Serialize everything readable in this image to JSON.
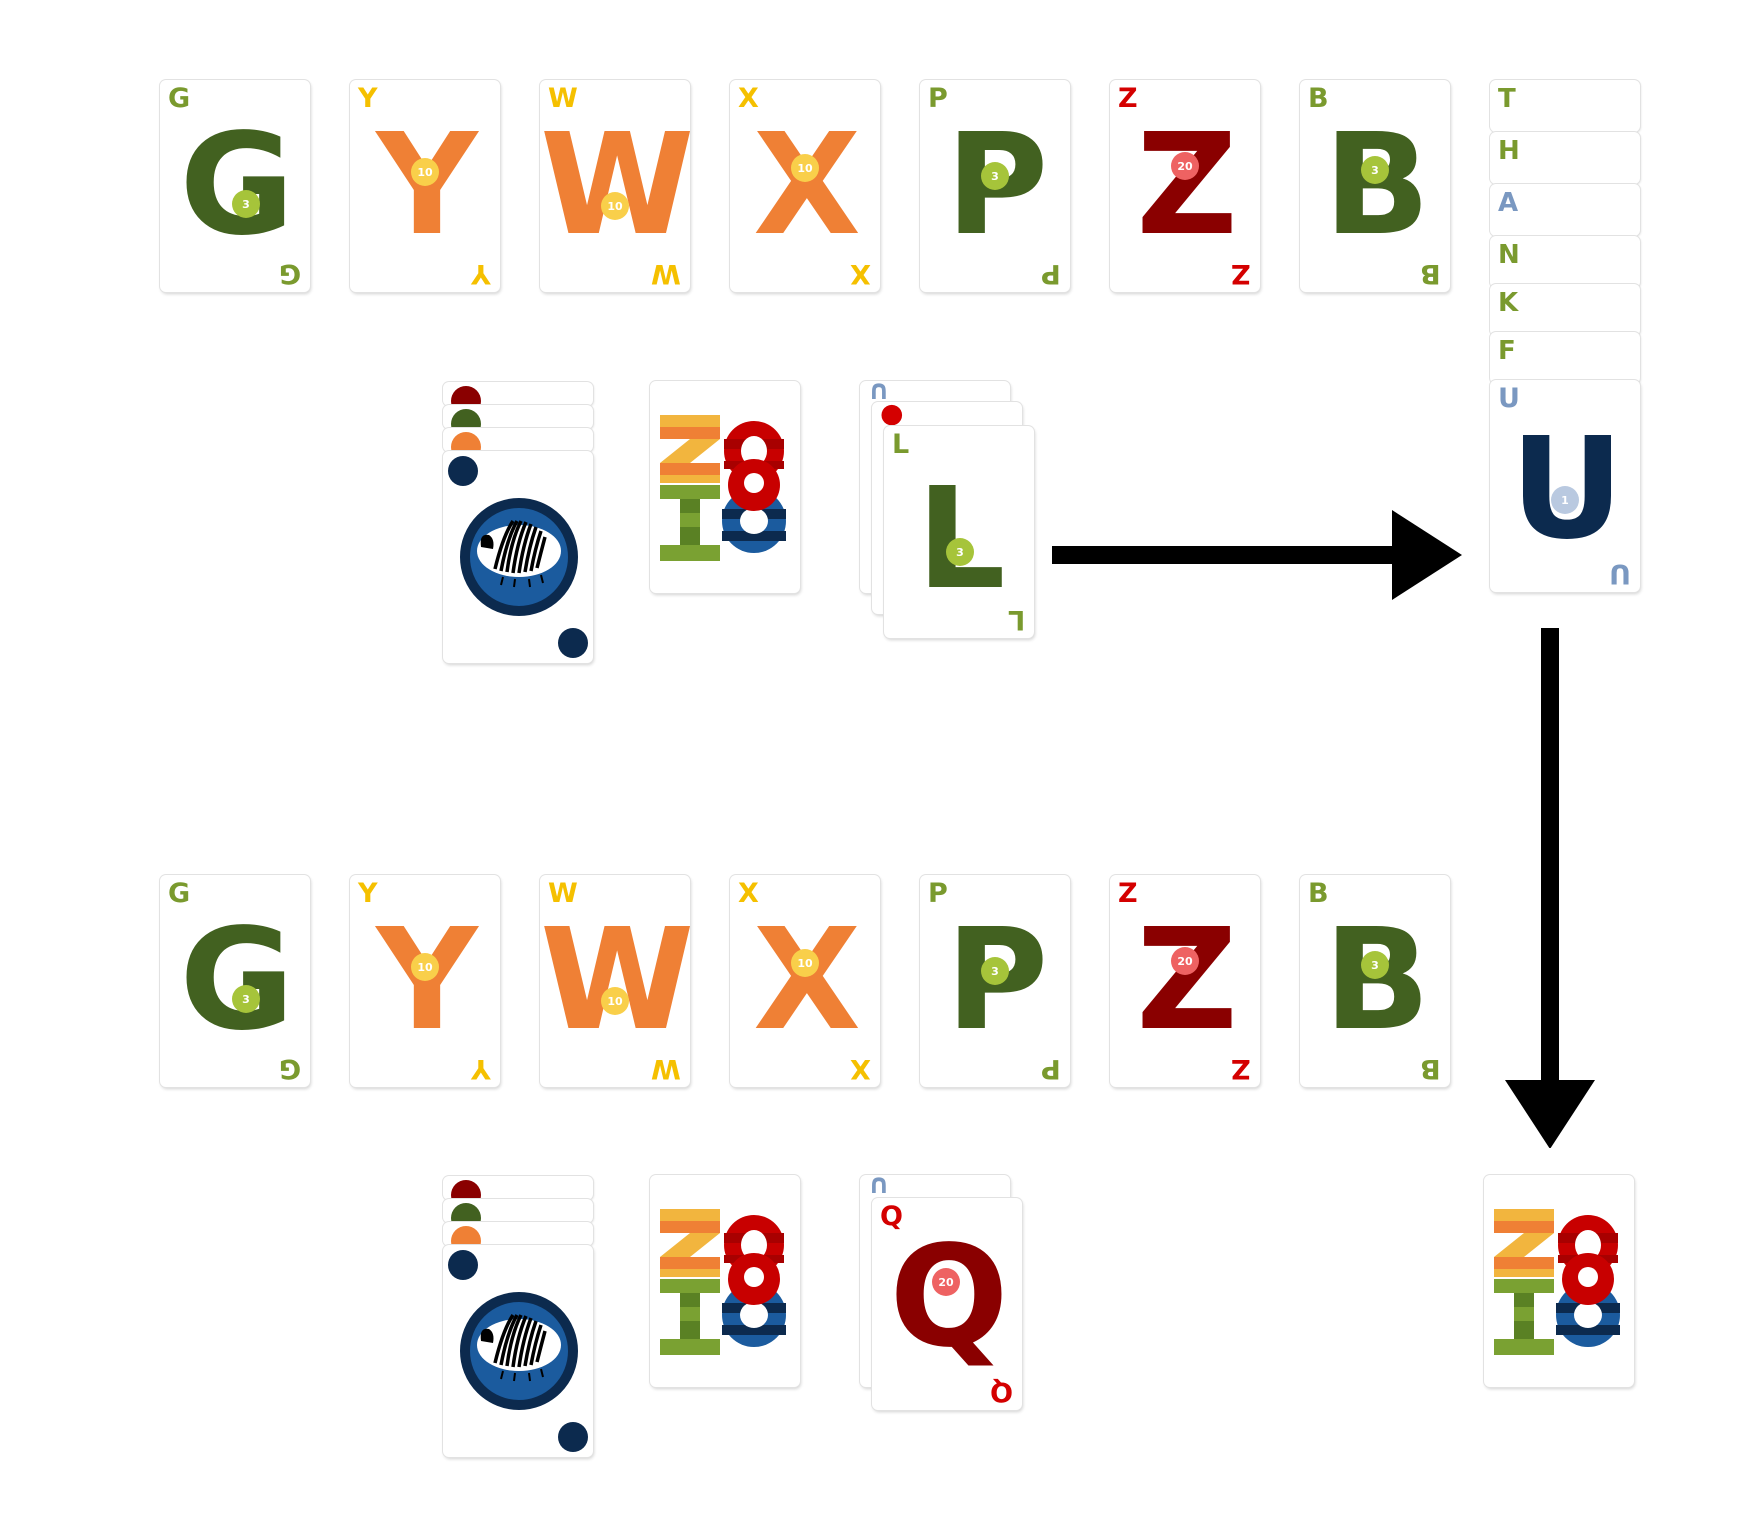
{
  "colors": {
    "green": "#426120",
    "green_light": "#7a9a2e",
    "green_point": "#a6c43a",
    "orange": "#ef8035",
    "yellow": "#f5c000",
    "yellow_point": "#f9cf4a",
    "red": "#8a0000",
    "red_light": "#d40000",
    "red_point": "#ee6262",
    "blue_light": "#7a98c1",
    "navy": "#0c2a4e",
    "blue": "#1b5b9e"
  },
  "row_top": [
    {
      "letter": "G",
      "points": "3",
      "color": "green"
    },
    {
      "letter": "Y",
      "points": "10",
      "color": "orange"
    },
    {
      "letter": "W",
      "points": "10",
      "color": "orange"
    },
    {
      "letter": "X",
      "points": "10",
      "color": "orange"
    },
    {
      "letter": "P",
      "points": "3",
      "color": "green"
    },
    {
      "letter": "Z",
      "points": "20",
      "color": "red"
    },
    {
      "letter": "B",
      "points": "3",
      "color": "green"
    }
  ],
  "row_bottom": [
    {
      "letter": "G",
      "points": "3",
      "color": "green"
    },
    {
      "letter": "Y",
      "points": "10",
      "color": "orange"
    },
    {
      "letter": "W",
      "points": "10",
      "color": "orange"
    },
    {
      "letter": "X",
      "points": "10",
      "color": "orange"
    },
    {
      "letter": "P",
      "points": "3",
      "color": "green"
    },
    {
      "letter": "Z",
      "points": "20",
      "color": "red"
    },
    {
      "letter": "B",
      "points": "3",
      "color": "green"
    }
  ],
  "thank_stack": [
    "T",
    "H",
    "A",
    "N",
    "K",
    "F"
  ],
  "u_card": {
    "letter": "U",
    "points": "1"
  },
  "l_card": {
    "letter": "L",
    "points": "3"
  },
  "q_card": {
    "letter": "Q",
    "points": "20"
  },
  "logo_text": {
    "top": "ZO",
    "bottom": "I8"
  }
}
